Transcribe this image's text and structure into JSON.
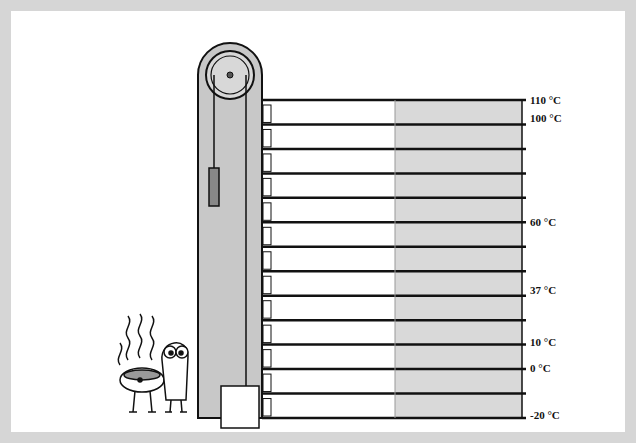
{
  "diagram": {
    "labels": [
      "110 °C",
      "100 °C",
      "60 °C",
      "37 °C",
      "10 °C",
      "0 °C",
      "-20 °C"
    ]
  }
}
